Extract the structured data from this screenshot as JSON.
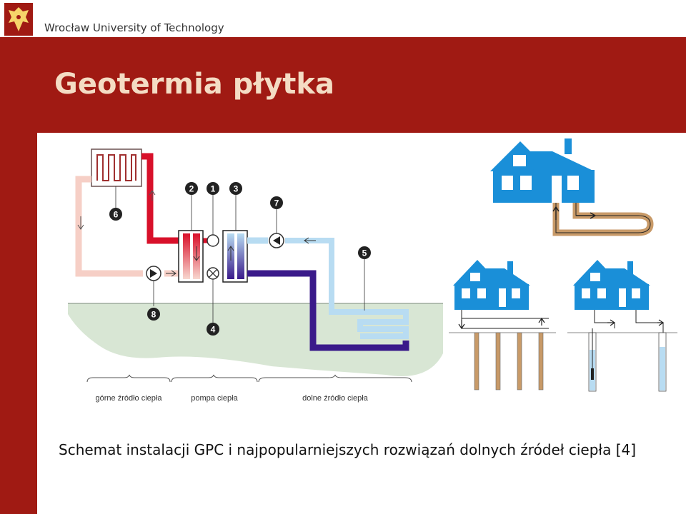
{
  "header": {
    "university_name": "Wrocław University of Technology",
    "logo_icon": "eagle-crest-icon"
  },
  "slide": {
    "title": "Geotermia płytka"
  },
  "diagram": {
    "markers": [
      "1",
      "2",
      "3",
      "4",
      "5",
      "6",
      "7",
      "8"
    ],
    "sections": {
      "upper_source": "górne źródło ciepła",
      "heat_pump": "pompa ciepła",
      "lower_source": "dolne źródło ciepła"
    }
  },
  "caption": {
    "text": "Schemat instalacji GPC i najpopularniejszych rozwiązań dolnych źródeł ciepła [4]"
  },
  "colors": {
    "brand_red": "#a01a13",
    "title_text": "#f4dcc4",
    "house_blue": "#1a8fd8",
    "hot_pipe": "#d8102a",
    "cold_pipe": "#3a1a8a",
    "light_pipe": "#b8dcf2",
    "ground": "#d8e6d4",
    "soil_pipe": "#c89a68"
  }
}
